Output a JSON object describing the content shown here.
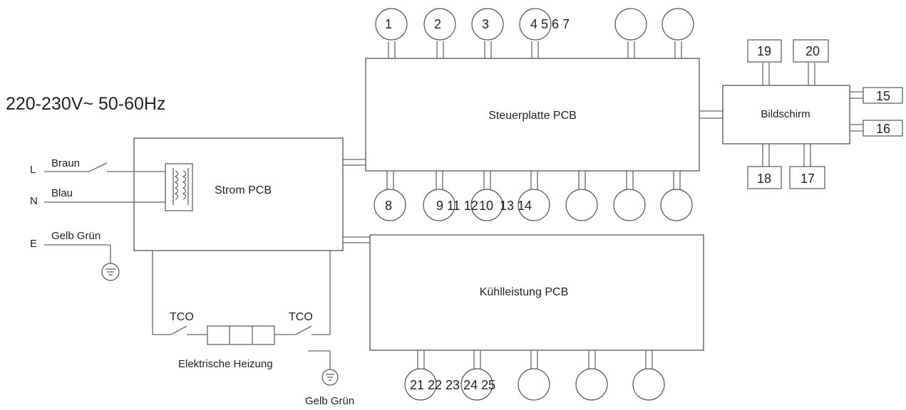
{
  "supply": "220-230V~  50-60Hz",
  "boxes": {
    "control": "Steuerplatte PCB",
    "power": "Strom PCB",
    "cooling": "Kühlleistung PCB",
    "display": "Bildschirm"
  },
  "wires": {
    "L": {
      "terminal": "L",
      "color": "Braun"
    },
    "N": {
      "terminal": "N",
      "color": "Blau"
    },
    "E": {
      "terminal": "E",
      "color": "Gelb Grün"
    }
  },
  "tco_left": "TCO",
  "tco_right": "TCO",
  "heater": "Elektrische Heizung",
  "heater_ground": "Gelb Grün",
  "top_circles": [
    "1",
    "2",
    "3",
    "4 5 6 7",
    "",
    ""
  ],
  "bottom_circles": [
    "8",
    "9 11 12",
    "10",
    "13 14",
    "",
    "",
    ""
  ],
  "cooling_circles": [
    "21 22 23 24 25",
    "",
    "",
    "",
    ""
  ],
  "display_ports": [
    "19",
    "20",
    "18",
    "17",
    "15",
    "16"
  ]
}
